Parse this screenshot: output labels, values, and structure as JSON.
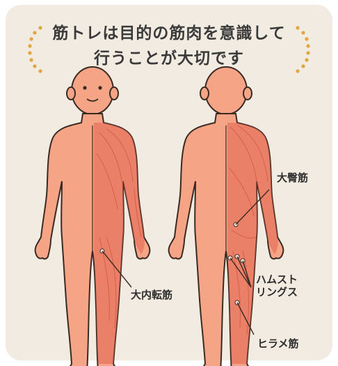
{
  "title": {
    "line1": "筋トレは目的の筋肉を意識して",
    "line2": "行うことが大切です"
  },
  "labels": {
    "adductor": "大内転筋",
    "gluteus": "大臀筋",
    "hamstrings_line1": "ハムスト",
    "hamstrings_line2": "リングス",
    "soleus": "ヒラメ筋"
  },
  "colors": {
    "card_background": "#f1ebe1",
    "skin": "#f5a585",
    "muscle": "#e0634f",
    "outline": "#3a2a24",
    "accent_dots": "#e0a640"
  },
  "icons": [
    "bracket-dots-left-icon",
    "bracket-dots-right-icon"
  ]
}
